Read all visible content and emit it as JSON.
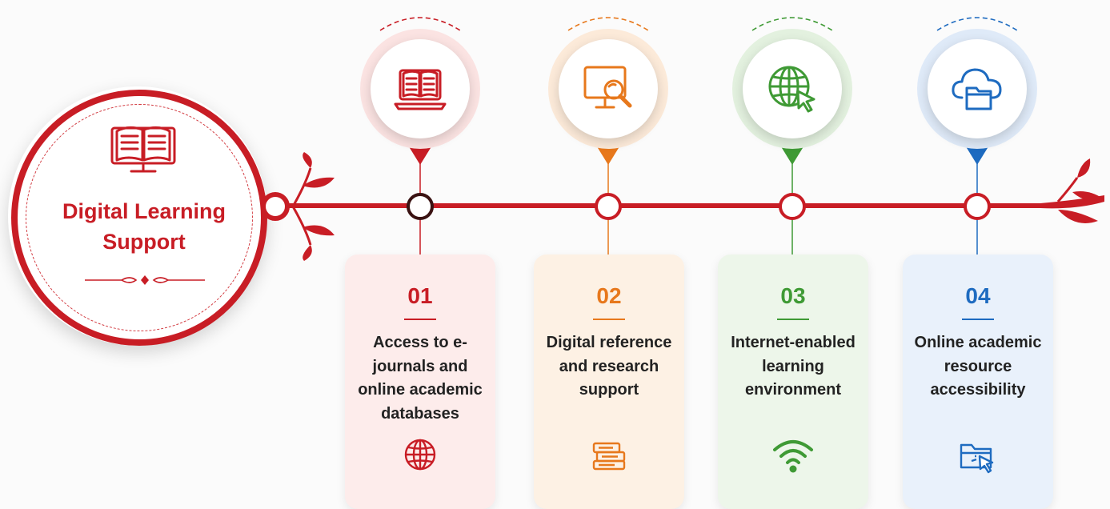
{
  "hero": {
    "title": "Digital Learning Support",
    "icon": "open-book-laptop-icon",
    "color": "#c81d25"
  },
  "timeline": {
    "color": "#c81d25",
    "decoration": "red-leaf-branch"
  },
  "steps": [
    {
      "number": "01",
      "text": "Access to e-journals and online academic databases",
      "top_icon": "laptop-ebook-icon",
      "bottom_icon": "globe-icon",
      "color": "#c81d25",
      "card_bg": "#fdeceb",
      "medal_bg": "#fbe3e2"
    },
    {
      "number": "02",
      "text": "Digital reference and research support",
      "top_icon": "monitor-search-icon",
      "bottom_icon": "books-stack-icon",
      "color": "#e7781c",
      "card_bg": "#fdf1e4",
      "medal_bg": "#fcead9"
    },
    {
      "number": "03",
      "text": "Internet-enabled learning environment",
      "top_icon": "globe-cursor-icon",
      "bottom_icon": "wifi-icon",
      "color": "#3f9a35",
      "card_bg": "#edf6ea",
      "medal_bg": "#e3f1df"
    },
    {
      "number": "04",
      "text": "Online academic resource accessibility",
      "top_icon": "cloud-folder-icon",
      "bottom_icon": "folder-cursor-icon",
      "color": "#1e6bc0",
      "card_bg": "#e9f1fb",
      "medal_bg": "#dfeaf8"
    }
  ]
}
